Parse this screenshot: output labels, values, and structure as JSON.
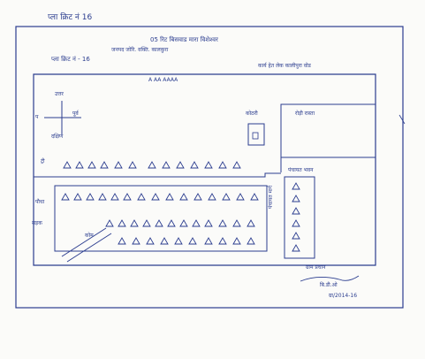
{
  "header": {
    "plot_ref_top": "प्ला क्रिट नं 16",
    "plot_ref_mid": "प्ला क्रिट नं - 16",
    "title": "05 रिट बिसवाड मारा विशेश्वर",
    "village_line": "जनपद जोरि. वक्ति. कालकुरा",
    "right_note": "कार्य हेत लेक कालीपुरा वोड"
  },
  "compass": {
    "north": "उत्तर",
    "west": "प",
    "east": "पूर्व",
    "south": "दक्षिण"
  },
  "labels": {
    "top_row": "A AA AAAA",
    "left_a": "ट्री",
    "left_b": "पौधा",
    "left_c": "सड़क",
    "right_room": "कोठरी",
    "right_block": "रोड़ी रास्ता",
    "right_text": "पंचायत भवन",
    "road_label": "कोम",
    "side_vertical": "पंचायत मार्ग"
  },
  "signature": {
    "line1": "ग्राम प्रधान",
    "line2": "बि.डी.ओ",
    "line3": "ग्रा/2014-16"
  },
  "colors": {
    "ink": "#2b3d8f",
    "paper": "#fbfbf9"
  }
}
